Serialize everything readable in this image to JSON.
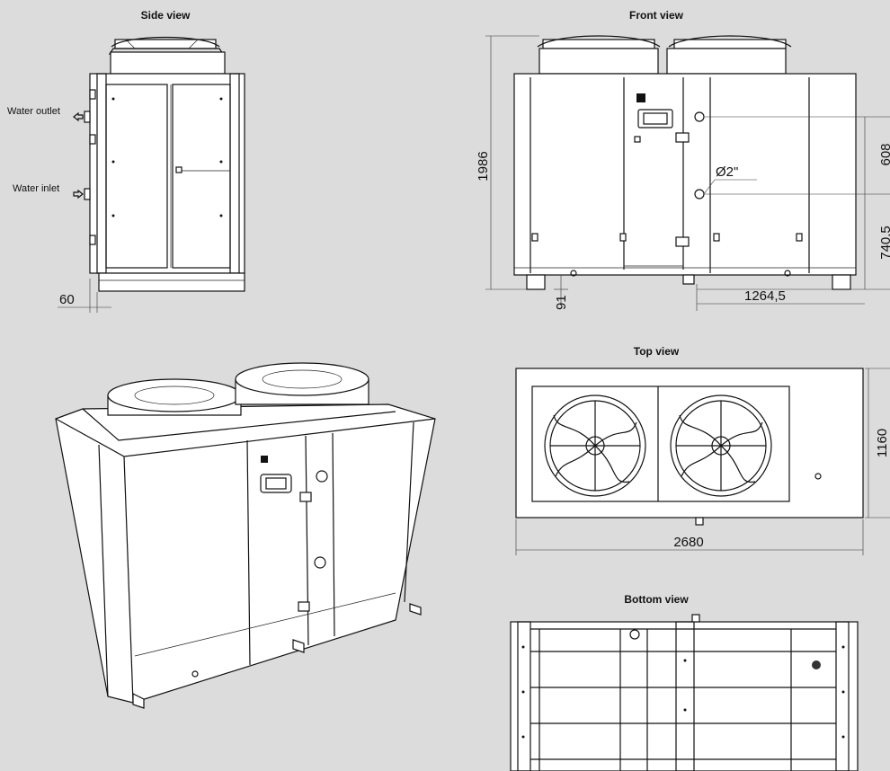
{
  "views": {
    "side": {
      "title": "Side view",
      "water_outlet": "Water outlet",
      "water_inlet": "Water inlet",
      "dim_60": "60"
    },
    "front": {
      "title": "Front view",
      "dim_height": "1986",
      "dim_pipe": "Ø2\"",
      "dim_608": "608",
      "dim_740": "740,5",
      "dim_1264": "1264,5",
      "dim_91": "91"
    },
    "top": {
      "title": "Top view",
      "dim_width": "2680",
      "dim_depth": "1160"
    },
    "bottom": {
      "title": "Bottom view"
    }
  }
}
